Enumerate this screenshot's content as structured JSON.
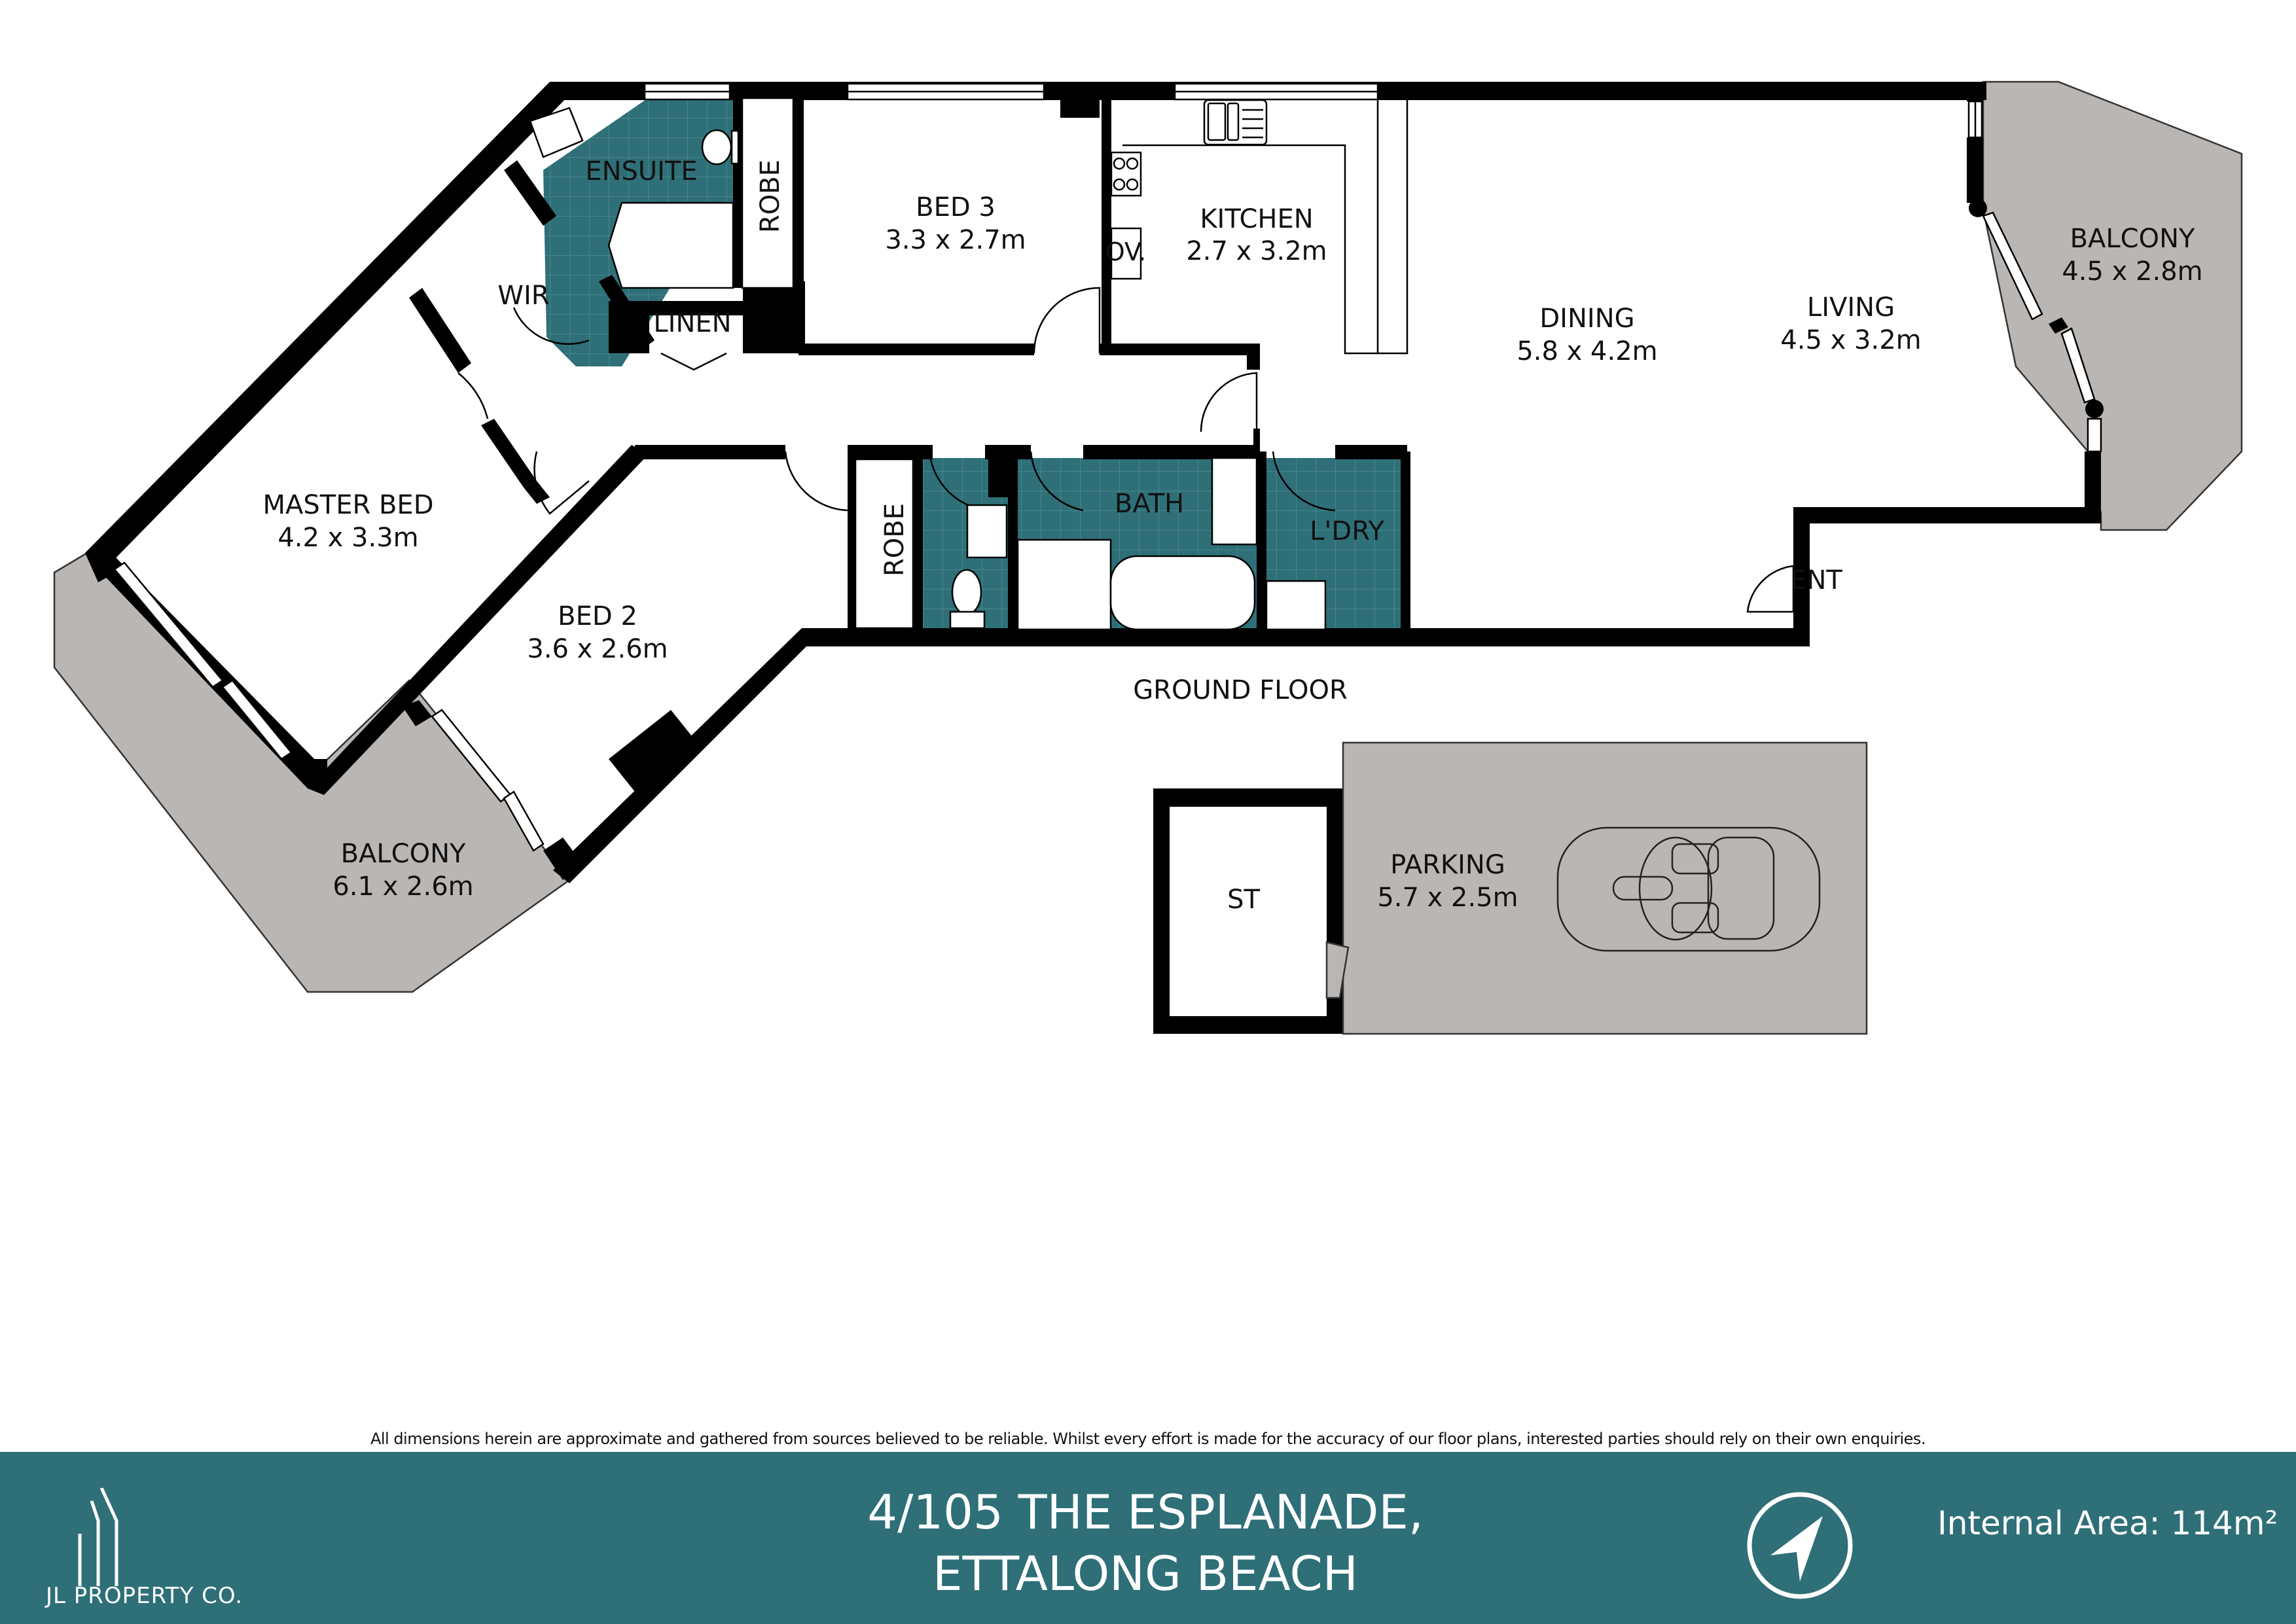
{
  "floor_label": "GROUND FLOOR",
  "rooms": {
    "ensuite": {
      "name": "ENSUITE"
    },
    "wir": {
      "name": "WIR"
    },
    "robe_bed3": {
      "name": "ROBE"
    },
    "linen": {
      "name": "LINEN"
    },
    "bed3": {
      "name": "BED 3",
      "dim": "3.3 x 2.7m"
    },
    "kitchen": {
      "name": "KITCHEN",
      "dim": "2.7 x 3.2m",
      "oven": "OV."
    },
    "dining": {
      "name": "DINING",
      "dim": "5.8 x 4.2m"
    },
    "living": {
      "name": "LIVING",
      "dim": "4.5 x 3.2m"
    },
    "balcony_east": {
      "name": "BALCONY",
      "dim": "4.5 x 2.8m"
    },
    "master_bed": {
      "name": "MASTER BED",
      "dim": "4.2 x 3.3m"
    },
    "bed2": {
      "name": "BED 2",
      "dim": "3.6 x 2.6m"
    },
    "robe_bed2": {
      "name": "ROBE"
    },
    "bath": {
      "name": "BATH"
    },
    "laundry": {
      "name": "L'DRY"
    },
    "entry": {
      "name": "ENT"
    },
    "balcony_west": {
      "name": "BALCONY",
      "dim": "6.1 x 2.6m"
    },
    "storage": {
      "name": "ST"
    },
    "parking": {
      "name": "PARKING",
      "dim": "5.7 x 2.5m"
    }
  },
  "disclaimer": "All dimensions herein are approximate and gathered from sources believed to be reliable. Whilst every effort is made for the accuracy of our floor plans, interested parties should rely on their own enquiries.",
  "footer": {
    "brand": "JL PROPERTY CO.",
    "address_line1": "4/105 THE ESPLANADE,",
    "address_line2": "ETTALONG BEACH",
    "internal_area": "Internal Area: 114m²",
    "background_color": "#2e6f78"
  },
  "colors": {
    "wet_area": "#2e6f78",
    "balcony": "#bab6b4",
    "walls": "#000000"
  }
}
